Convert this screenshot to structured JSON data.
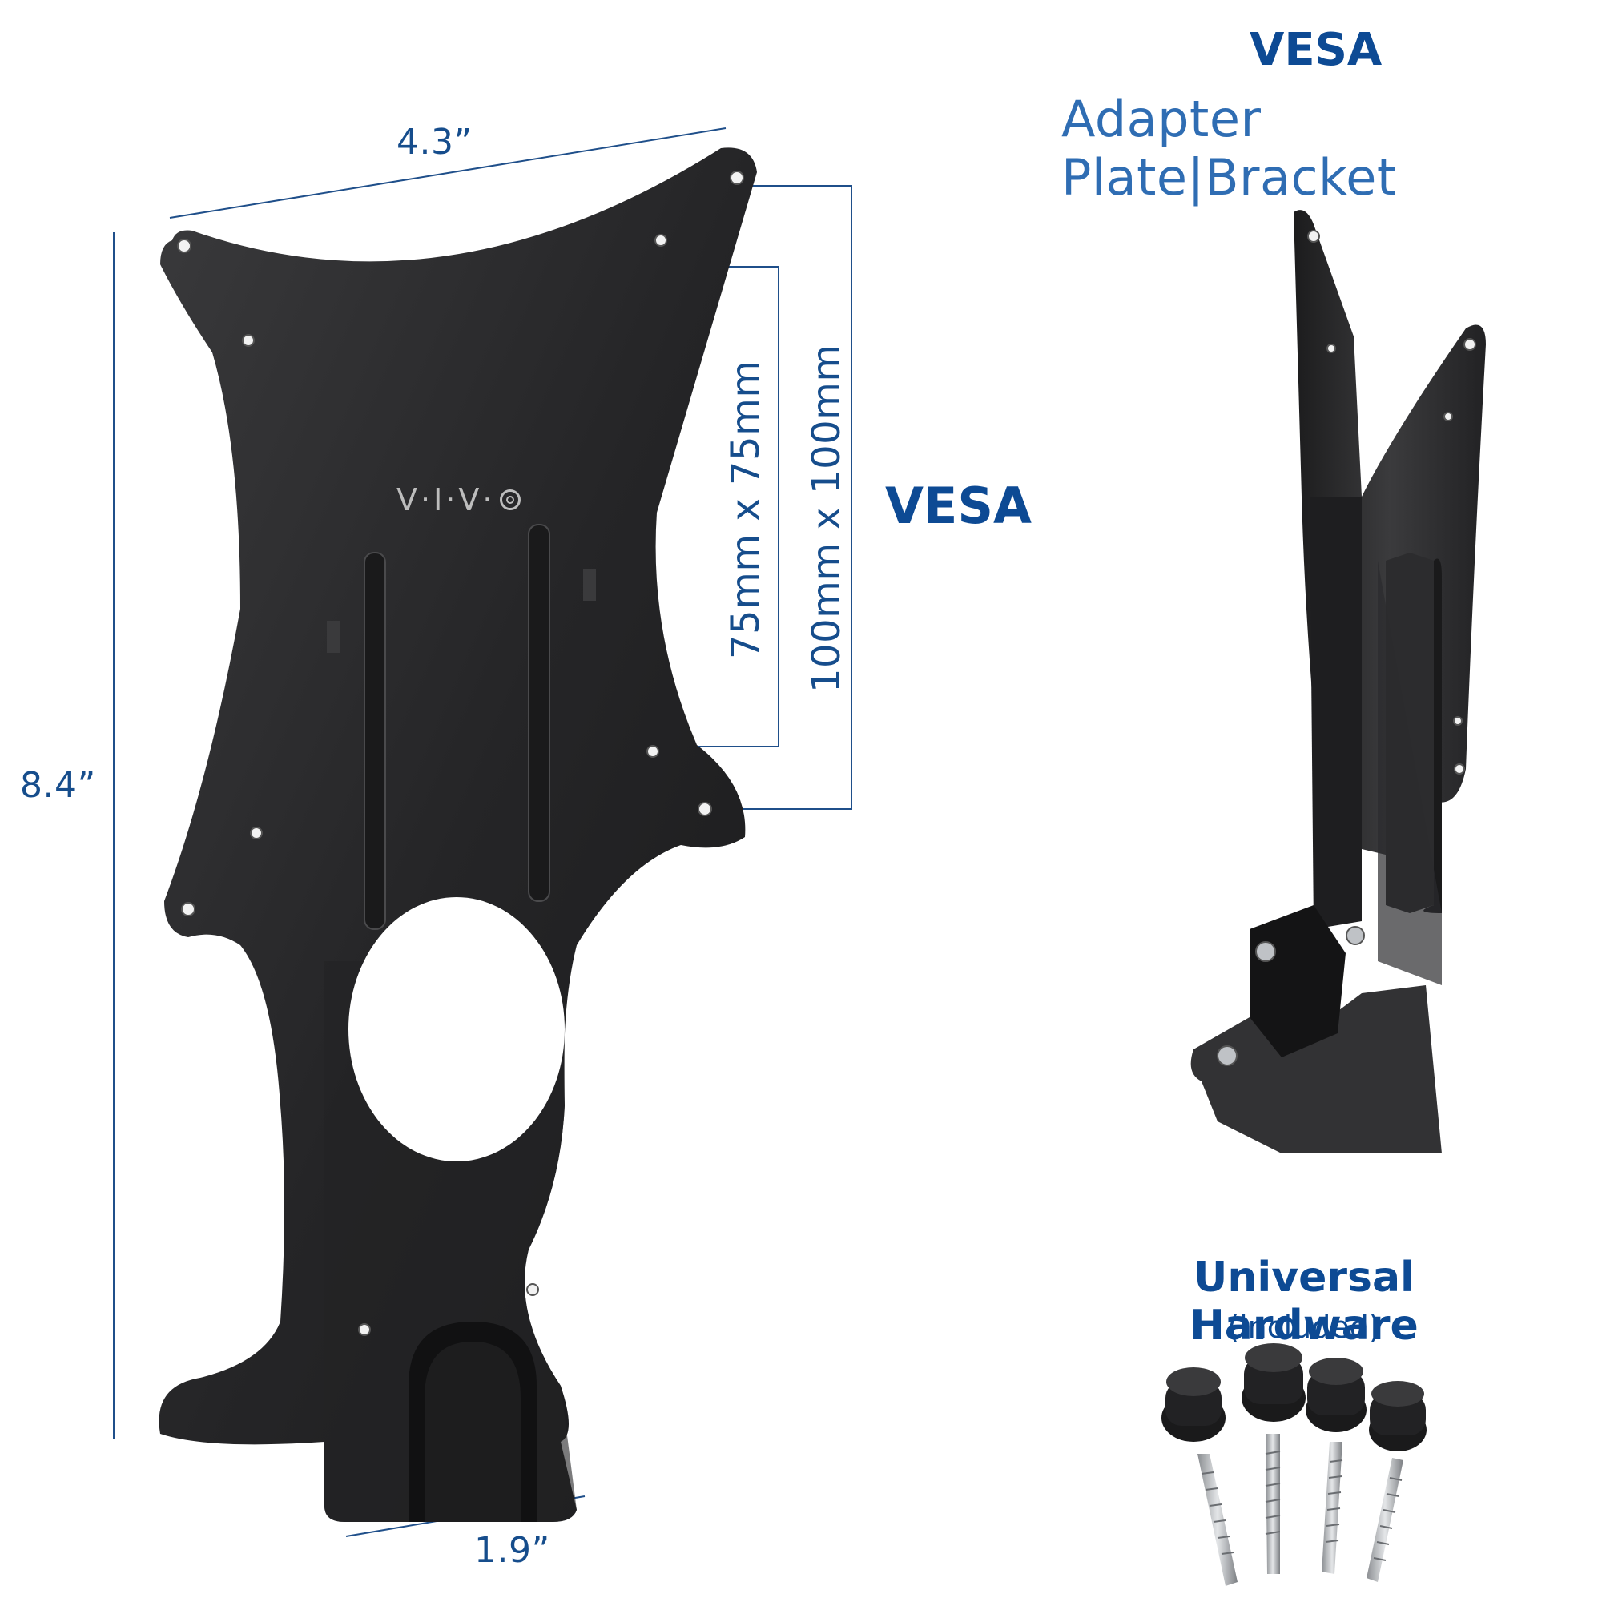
{
  "dimensions": {
    "width": "4.3”",
    "height": "8.4”",
    "bottom_width": "1.9”",
    "vesa_inner": "75mm x 75mm",
    "vesa_outer": "100mm x 100mm",
    "vesa_label": "VESA"
  },
  "plate": {
    "logo": "V·I·V·"
  },
  "header": {
    "title_bold": "VESA",
    "title_light": "Adapter Plate|Bracket"
  },
  "hardware": {
    "title": "Universal Hardware",
    "subtitle": "(included)"
  },
  "colors": {
    "accent": "#0d4a94",
    "dimension_line": "#1f4f8a",
    "metal": "#2b2b2d"
  }
}
